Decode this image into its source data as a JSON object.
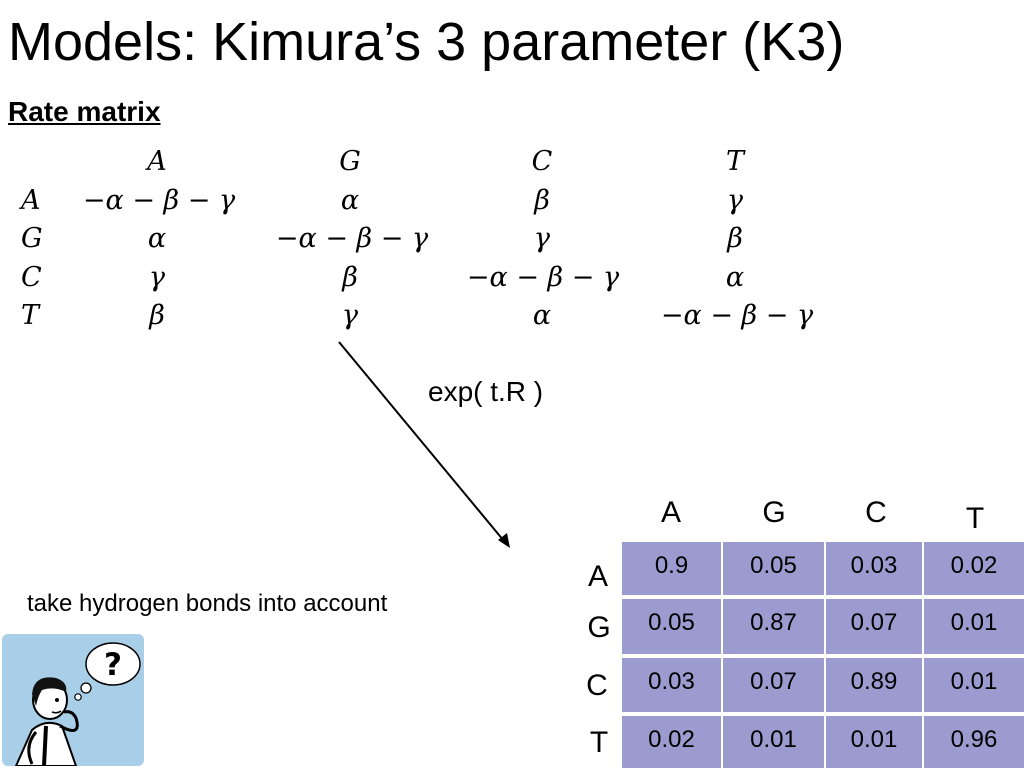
{
  "slide": {
    "title": "Models: Kimura’s 3 parameter (K3)",
    "subtitle": "Rate matrix",
    "arrow_label": "exp( t.R )",
    "note": "take hydrogen bonds into account"
  },
  "rate_matrix": {
    "columns": [
      "A",
      "G",
      "C",
      "T"
    ],
    "rows": [
      {
        "label": "A",
        "cells": [
          "−α − β − γ",
          "α",
          "β",
          "γ"
        ]
      },
      {
        "label": "G",
        "cells": [
          "α",
          "−α − β − γ",
          "γ",
          "β"
        ]
      },
      {
        "label": "C",
        "cells": [
          "γ",
          "β",
          "−α − β − γ",
          "α"
        ]
      },
      {
        "label": "T",
        "cells": [
          "β",
          "γ",
          "α",
          "−α − β − γ"
        ]
      }
    ]
  },
  "prob_matrix": {
    "columns": [
      "A",
      "G",
      "C",
      "T"
    ],
    "rows": [
      {
        "label": "A",
        "cells": [
          "0.9",
          "0.05",
          "0.03",
          "0.02"
        ]
      },
      {
        "label": "G",
        "cells": [
          "0.05",
          "0.87",
          "0.07",
          "0.01"
        ]
      },
      {
        "label": "C",
        "cells": [
          "0.03",
          "0.07",
          "0.89",
          "0.01"
        ]
      },
      {
        "label": "T",
        "cells": [
          "0.02",
          "0.01",
          "0.01",
          "0.96"
        ]
      }
    ]
  },
  "colors": {
    "cell_fill": "#9b9bd0",
    "clipart_background": "#a9cfe8"
  },
  "icons": {
    "clipart": "thinking-person-question-mark-icon"
  }
}
